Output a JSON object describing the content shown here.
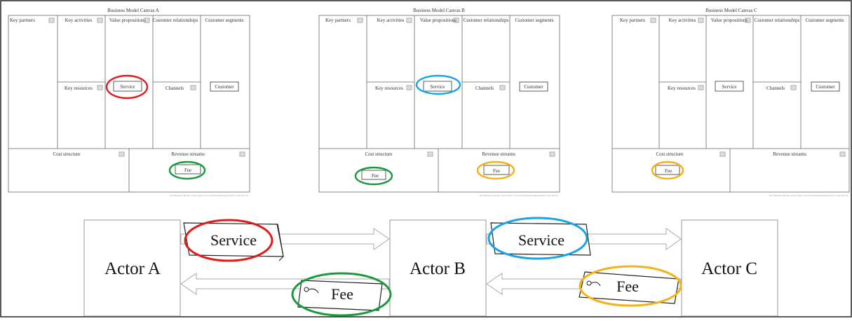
{
  "canvases": [
    {
      "title": "Business Model Canvas A",
      "key_partners": "Key partners",
      "key_activities": "Key activities",
      "value_propositions": "Value propositions",
      "customer_relationships": "Customer relationships",
      "customer_segments": "Customer segments",
      "key_resources": "Key resources",
      "channels": "Channels",
      "service_note": "Service",
      "customer_note": "Customer",
      "cost_structure": "Cost structure",
      "revenue_streams": "Revenue streams",
      "fee_note": "Fee",
      "footer": "The Business Model Canvas (http://www.businessmodelgeneration.com/canvas)"
    },
    {
      "title": "Business Model Canvas B",
      "key_partners": "Key partners",
      "key_activities": "Key activities",
      "value_propositions": "Value propositions",
      "customer_relationships": "Customer relationships",
      "customer_segments": "Customer segments",
      "key_resources": "Key resources",
      "channels": "Channels",
      "service_note": "Service",
      "customer_note": "Customer",
      "cost_structure": "Cost structure",
      "revenue_streams": "Revenue streams",
      "cost_fee_note": "Fee",
      "revenue_fee_note": "Fee",
      "footer": "The Business Model Canvas (http://www.businessmodelgeneration.com/canvas)"
    },
    {
      "title": "Business Model Canvas C",
      "key_partners": "Key partners",
      "key_activities": "Key activities",
      "value_propositions": "Value propositions",
      "customer_relationships": "Customer relationships",
      "customer_segments": "Customer segments",
      "key_resources": "Key resources",
      "channels": "Channels",
      "service_note": "Service",
      "customer_note": "Customer",
      "cost_structure": "Cost structure",
      "revenue_streams": "Revenue streams",
      "fee_note": "Fee",
      "footer": "The Business Model Canvas (http://www.businessmodelgeneration.com/canvas)"
    }
  ],
  "actors": {
    "a": "Actor A",
    "b": "Actor B",
    "c": "Actor C"
  },
  "flows": {
    "service_ab": "Service",
    "fee_ba": "Fee",
    "service_bc": "Service",
    "fee_cb": "Fee"
  },
  "colors": {
    "red": "#e01b1b",
    "green": "#1a9a3c",
    "blue": "#1aa3e6",
    "orange": "#f2b21a",
    "line": "#555555"
  }
}
